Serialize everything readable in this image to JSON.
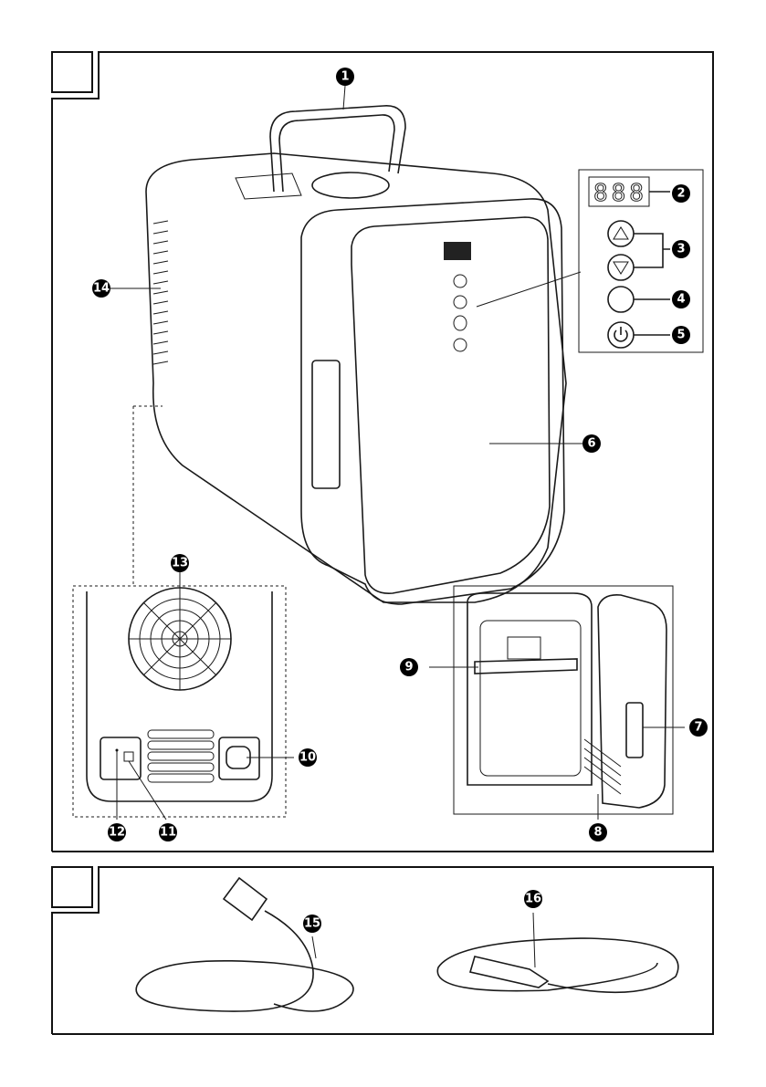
{
  "figure_A": {
    "display_readout": "888",
    "callouts": [
      "1",
      "2",
      "3",
      "4",
      "5",
      "6",
      "7",
      "8",
      "9",
      "10",
      "11",
      "12",
      "13",
      "14"
    ]
  },
  "figure_B": {
    "callouts": [
      "15",
      "16"
    ]
  }
}
